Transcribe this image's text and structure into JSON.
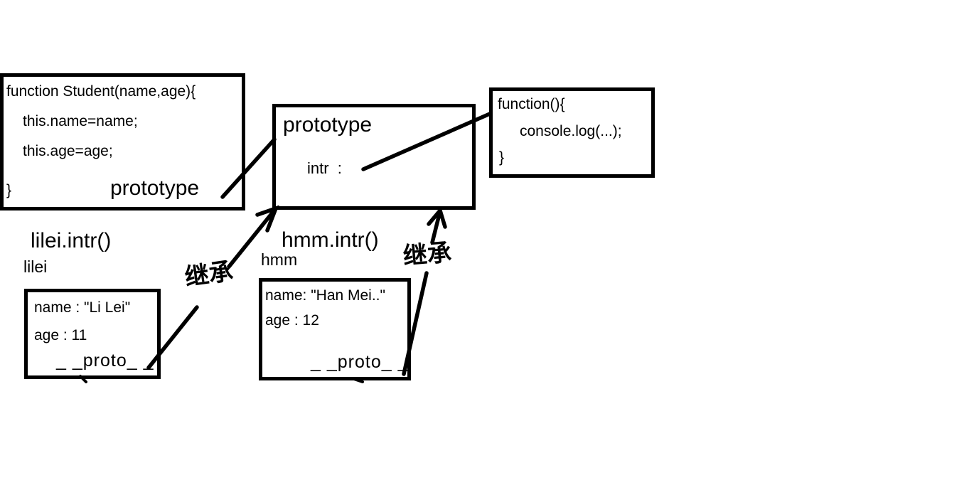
{
  "diagram": {
    "constructor_box": {
      "line1": "function Student(name,age){",
      "line2": "this.name=name;",
      "line3": "this.age=age;",
      "line4": "}",
      "prototype_label": "prototype"
    },
    "prototype_box": {
      "title": "prototype",
      "property": "intr  :"
    },
    "function_box": {
      "line1": "function(){",
      "line2": "console.log(...);",
      "line3": "}"
    },
    "lilei": {
      "call": "lilei.intr()",
      "var_name": "lilei",
      "prop1": "name : \"Li Lei\"",
      "prop2": "age : 11",
      "proto": "_ _proto_ _"
    },
    "hmm": {
      "call": "hmm.intr()",
      "var_name": "hmm",
      "prop1": "name: \"Han Mei..\"",
      "prop2": "age : 12",
      "proto": "_ _proto_ _"
    },
    "labels": {
      "inherit_left": "继承",
      "inherit_right": "继承"
    },
    "colors": {
      "ink": "#000000",
      "background": "#ffffff"
    }
  }
}
